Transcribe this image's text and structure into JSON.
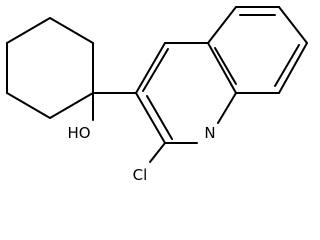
{
  "molecule": {
    "atoms": {
      "hydroxyl": "HO",
      "chlorine": "Cl",
      "nitrogen": "N"
    }
  },
  "colors": {
    "bond": "#000000",
    "text": "#000000",
    "background": "#ffffff"
  }
}
